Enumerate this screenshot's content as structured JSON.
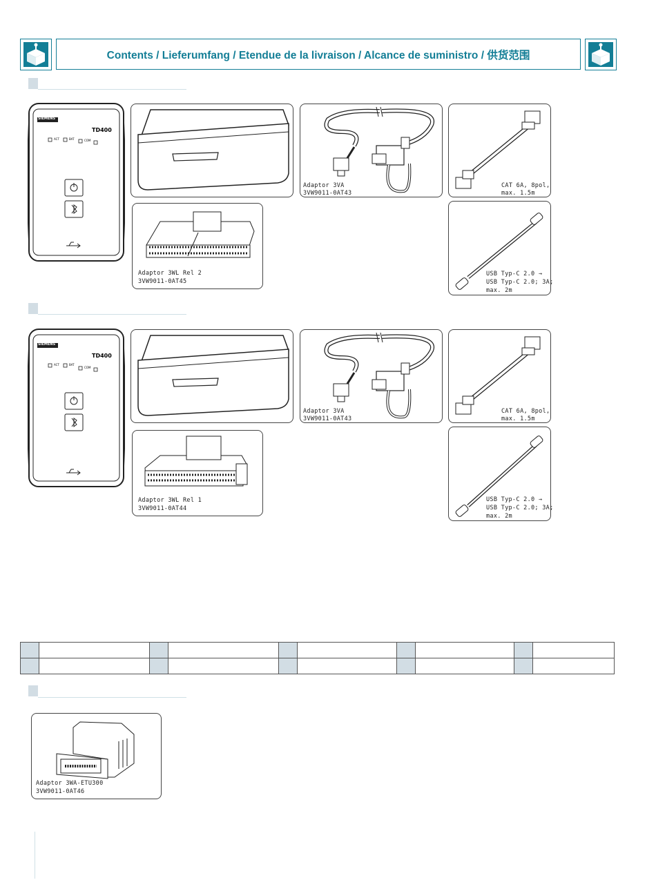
{
  "header": {
    "title": "Contents / Lieferumfang / Etendue de la livraison / Alcance de suministro / 供货范围",
    "left_icon": "package-box-icon",
    "right_icon": "package-box-icon"
  },
  "kit1": {
    "device": {
      "brand": "SIEMENS",
      "model": "TD400",
      "leds": [
        "ACT",
        "BAT",
        "COM"
      ]
    },
    "items": [
      {
        "name": "case",
        "caption1": "",
        "caption2": ""
      },
      {
        "name": "adaptor-3va",
        "caption1": "Adaptor 3VA",
        "caption2": "3VW9011-0AT43"
      },
      {
        "name": "cat6a-cable",
        "caption1": "CAT 6A, 8pol,",
        "caption2": "max. 1.5m"
      },
      {
        "name": "adaptor-3wl",
        "caption1": "Adaptor 3WL Rel 2",
        "caption2": "3VW9011-0AT45"
      },
      {
        "name": "usb-cable",
        "caption1": "USB Typ-C 2.0 →",
        "caption2": "USB Typ-C 2.0; 3A;",
        "caption3": "max. 2m"
      }
    ]
  },
  "kit2": {
    "device": {
      "brand": "SIEMENS",
      "model": "TD400",
      "leds": [
        "ACT",
        "BAT",
        "COM"
      ]
    },
    "items": [
      {
        "name": "case",
        "caption1": "",
        "caption2": ""
      },
      {
        "name": "adaptor-3va",
        "caption1": "Adaptor 3VA",
        "caption2": "3VW9011-0AT43"
      },
      {
        "name": "cat6a-cable",
        "caption1": "CAT 6A, 8pol,",
        "caption2": "max. 1.5m"
      },
      {
        "name": "adaptor-3wl",
        "caption1": "Adaptor 3WL Rel 1",
        "caption2": "3VW9011-0AT44"
      },
      {
        "name": "usb-cable",
        "caption1": "USB Typ-C 2.0 →",
        "caption2": "USB Typ-C 2.0; 3A;",
        "caption3": "max. 2m"
      }
    ]
  },
  "accessory": {
    "caption1": "Adaptor 3WA-ETU300",
    "caption2": "3VW9011-0AT46"
  },
  "colors": {
    "accent": "#137e96",
    "section_shade": "#d2dde4"
  }
}
